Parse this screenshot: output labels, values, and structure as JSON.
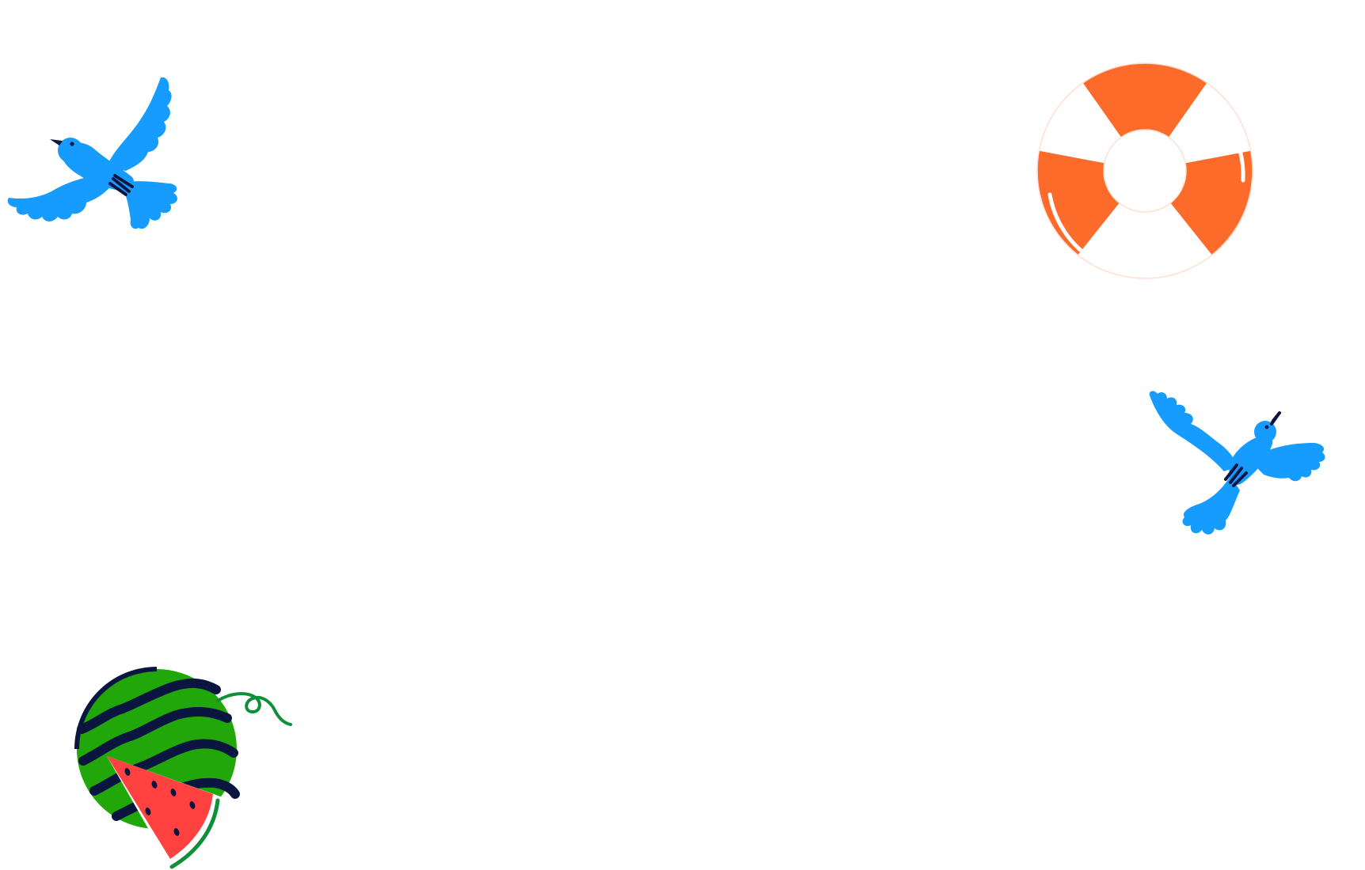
{
  "background": "#ffffff",
  "stickers": [
    {
      "name": "bird-left-icon",
      "kind": "bird",
      "color": "#169bff",
      "accent": "#0a1640"
    },
    {
      "name": "lifebuoy-icon",
      "kind": "lifebuoy",
      "color": "#fd6b2a",
      "accent": "#ffffff"
    },
    {
      "name": "bird-right-icon",
      "kind": "bird",
      "color": "#169bff",
      "accent": "#0a1640"
    },
    {
      "name": "watermelon-icon",
      "kind": "watermelon",
      "rind": "#22a70a",
      "stripes": "#0a1640",
      "flesh": "#ff4140",
      "seeds": "#0a1640",
      "vine": "#0e8f3a"
    }
  ]
}
